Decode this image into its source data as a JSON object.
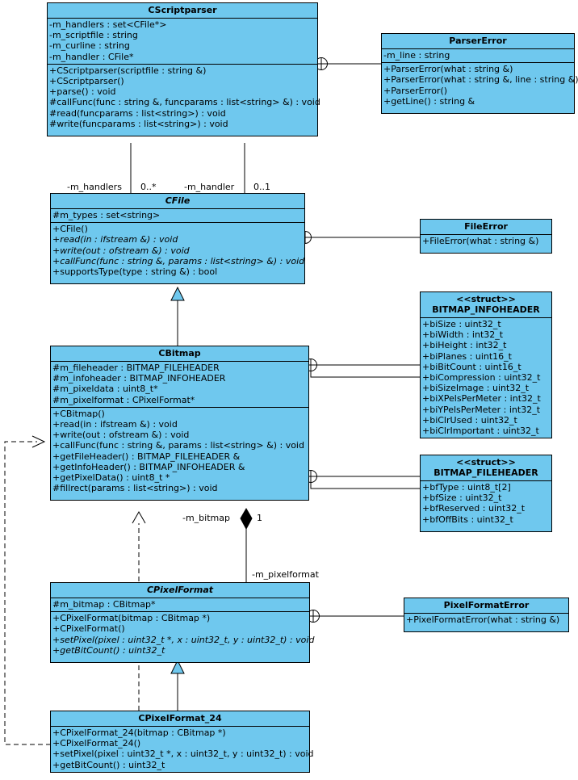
{
  "diagram": {
    "type": "uml-class-diagram",
    "style": {
      "fill": "#6FC8EE",
      "stroke": "#000000",
      "background": "#FFFFFF"
    }
  },
  "classes": {
    "cscriptparser": {
      "name": "CScriptparser",
      "abstract": false,
      "attributes": [
        "-m_handlers : set<CFile*>",
        "-m_scriptfile : string",
        "-m_curline : string",
        "-m_handler : CFile*"
      ],
      "operations": [
        "+CScriptparser(scriptfile : string &)",
        "+CScriptparser()",
        "+parse() : void",
        "#callFunc(func : string &, funcparams : list<string> &) : void",
        "#read(funcparams : list<string>) : void",
        "#write(funcparams : list<string>) : void"
      ]
    },
    "parsererror": {
      "name": "ParserError",
      "abstract": false,
      "attributes": [
        "-m_line : string"
      ],
      "operations": [
        "+ParserError(what : string &)",
        "+ParserError(what : string &, line : string &)",
        "+ParserError()",
        "+getLine() : string &"
      ]
    },
    "cfile": {
      "name": "CFile",
      "abstract": true,
      "attributes": [
        "#m_types : set<string>"
      ],
      "operations": [
        {
          "text": "+CFile()",
          "italic": false
        },
        {
          "text": "+read(in : ifstream &) : void",
          "italic": true
        },
        {
          "text": "+write(out : ofstream &) : void",
          "italic": true
        },
        {
          "text": "+callFunc(func : string &, params : list<string> &) : void",
          "italic": true
        },
        {
          "text": "+supportsType(type : string &) : bool",
          "italic": false
        }
      ]
    },
    "fileerror": {
      "name": "FileError",
      "abstract": false,
      "attributes": [],
      "operations": [
        "+FileError(what : string &)"
      ]
    },
    "cbitmap": {
      "name": "CBitmap",
      "abstract": false,
      "attributes": [
        "#m_fileheader : BITMAP_FILEHEADER",
        "#m_infoheader : BITMAP_INFOHEADER",
        "#m_pixeldata : uint8_t*",
        "#m_pixelformat : CPixelFormat*"
      ],
      "operations": [
        "+CBitmap()",
        "+read(in : ifstream &) : void",
        "+write(out : ofstream &) : void",
        "+callFunc(func : string &, params : list<string> &) : void",
        "+getFileHeader() : BITMAP_FILEHEADER &",
        "+getInfoHeader() : BITMAP_INFOHEADER &",
        "+getPixelData() : uint8_t *",
        "#fillrect(params : list<string>) : void"
      ]
    },
    "bitmap_infoheader": {
      "stereotype": "<<struct>>",
      "name": "BITMAP_INFOHEADER",
      "abstract": false,
      "attributes": [
        "+biSize : uint32_t",
        "+biWidth : int32_t",
        "+biHeight : int32_t",
        "+biPlanes : uint16_t",
        "+biBitCount : uint16_t",
        "+biCompression : uint32_t",
        "+biSizeImage : uint32_t",
        "+biXPelsPerMeter : int32_t",
        "+biYPelsPerMeter : int32_t",
        "+biClrUsed : uint32_t",
        "+biClrImportant : uint32_t"
      ],
      "operations": []
    },
    "bitmap_fileheader": {
      "stereotype": "<<struct>>",
      "name": "BITMAP_FILEHEADER",
      "abstract": false,
      "attributes": [
        "+bfType : uint8_t[2]",
        "+bfSize : uint32_t",
        "+bfReserved : uint32_t",
        "+bfOffBits : uint32_t"
      ],
      "operations": []
    },
    "cpixelformat": {
      "name": "CPixelFormat",
      "abstract": true,
      "attributes": [
        "#m_bitmap : CBitmap*"
      ],
      "operations": [
        {
          "text": "+CPixelFormat(bitmap : CBitmap *)",
          "italic": false
        },
        {
          "text": "+CPixelFormat()",
          "italic": false
        },
        {
          "text": "+setPixel(pixel : uint32_t *, x : uint32_t, y : uint32_t) : void",
          "italic": true
        },
        {
          "text": "+getBitCount() : uint32_t",
          "italic": true
        }
      ]
    },
    "pixelformaterror": {
      "name": "PixelFormatError",
      "abstract": false,
      "attributes": [],
      "operations": [
        "+PixelFormatError(what : string &)"
      ]
    },
    "cpixelformat24": {
      "name": "CPixelFormat_24",
      "abstract": false,
      "attributes": [],
      "operations": [
        "+CPixelFormat_24(bitmap : CBitmap *)",
        "+CPixelFormat_24()",
        "+setPixel(pixel : uint32_t *, x : uint32_t, y : uint32_t) : void",
        "+getBitCount() : uint32_t"
      ]
    }
  },
  "edge_labels": {
    "m_handlers_role": "-m_handlers",
    "m_handlers_mult": "0..*",
    "m_handler_role": "-m_handler",
    "m_handler_mult": "0..1",
    "m_bitmap_role": "-m_bitmap",
    "m_bitmap_mult": "1",
    "m_pixelformat_role": "-m_pixelformat"
  }
}
